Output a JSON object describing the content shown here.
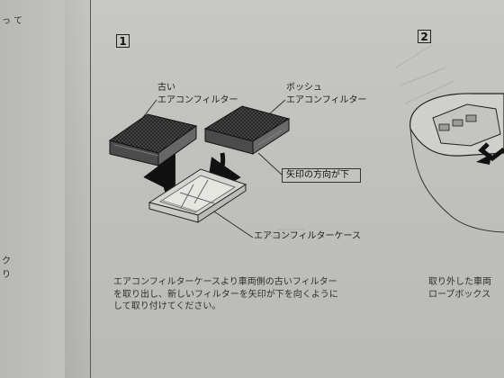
{
  "left_page": {
    "line_1": "っ て",
    "line_2": "ク",
    "line_3": "り"
  },
  "steps": {
    "step_1": "1",
    "step_2": "2"
  },
  "labels": {
    "old_filter_line_1": "古い",
    "old_filter_line_2": "エアコンフィルター",
    "new_filter_line_1": "ボッシュ",
    "new_filter_line_2": "エアコンフィルター",
    "arrow_direction": "矢印の方向が下",
    "filter_case": "エアコンフィルターケース"
  },
  "caption": {
    "line_1": "エアコンフィルターケースより車両側の古いフィルター",
    "line_2": "を取り出し、新しいフィルターを矢印が下を向くように",
    "line_3": "して取り付けてください。"
  },
  "right_caption": {
    "line_1": "取り外した車両",
    "line_2": "ローブボックス"
  }
}
